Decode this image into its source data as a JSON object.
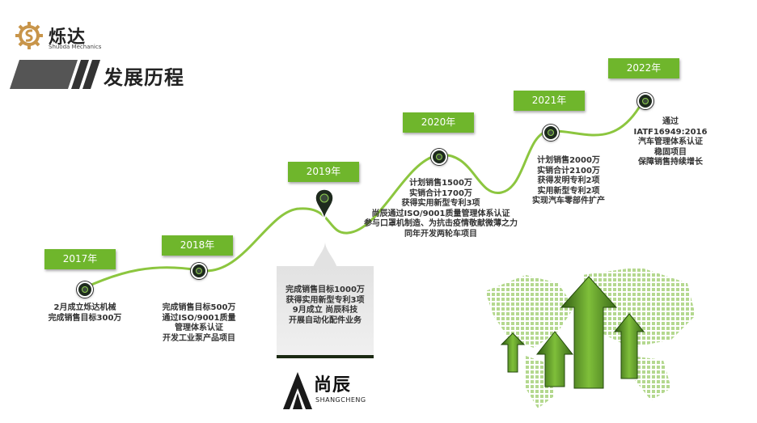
{
  "brand": {
    "name": "烁达",
    "subtitle": "Shuoda Mechanics"
  },
  "header": {
    "title": "发展历程"
  },
  "timeline": [
    {
      "year": "2017年",
      "lines": [
        "2月成立烁达机械",
        "完成销售目标300万"
      ]
    },
    {
      "year": "2018年",
      "lines": [
        "完成销售目标500万",
        "通过ISO/9001质量",
        "管理体系认证",
        "开发工业泵产品项目"
      ]
    },
    {
      "year": "2019年",
      "lines": [
        "完成销售目标1000万",
        "获得实用新型专利3项",
        "9月成立 尚辰科技",
        "开展自动化配件业务"
      ]
    },
    {
      "year": "2020年",
      "lines": [
        "计划销售1500万",
        "实销合计1700万",
        "获得实用新型专利3项",
        "尚辰通过ISO/9001质量管理体系认证",
        "参与口罩机制造、为抗击疫情敬献微薄之力",
        "同年开发两轮车项目"
      ]
    },
    {
      "year": "2021年",
      "lines": [
        "计划销售2000万",
        "实销合计2100万",
        "获得发明专利2项",
        "实用新型专利2项",
        "实现汽车零部件扩产"
      ]
    },
    {
      "year": "2022年",
      "lines": [
        "通过",
        "IATF16949:2016",
        "汽车管理体系认证",
        "稳固项目",
        "保障销售持续增长"
      ]
    }
  ],
  "brand2": {
    "name": "尚辰",
    "subtitle": "SHANGCHENG"
  },
  "colors": {
    "accent_green": "#6fb62c",
    "curve": "#8cc63f",
    "dark": "#1b2a12"
  }
}
